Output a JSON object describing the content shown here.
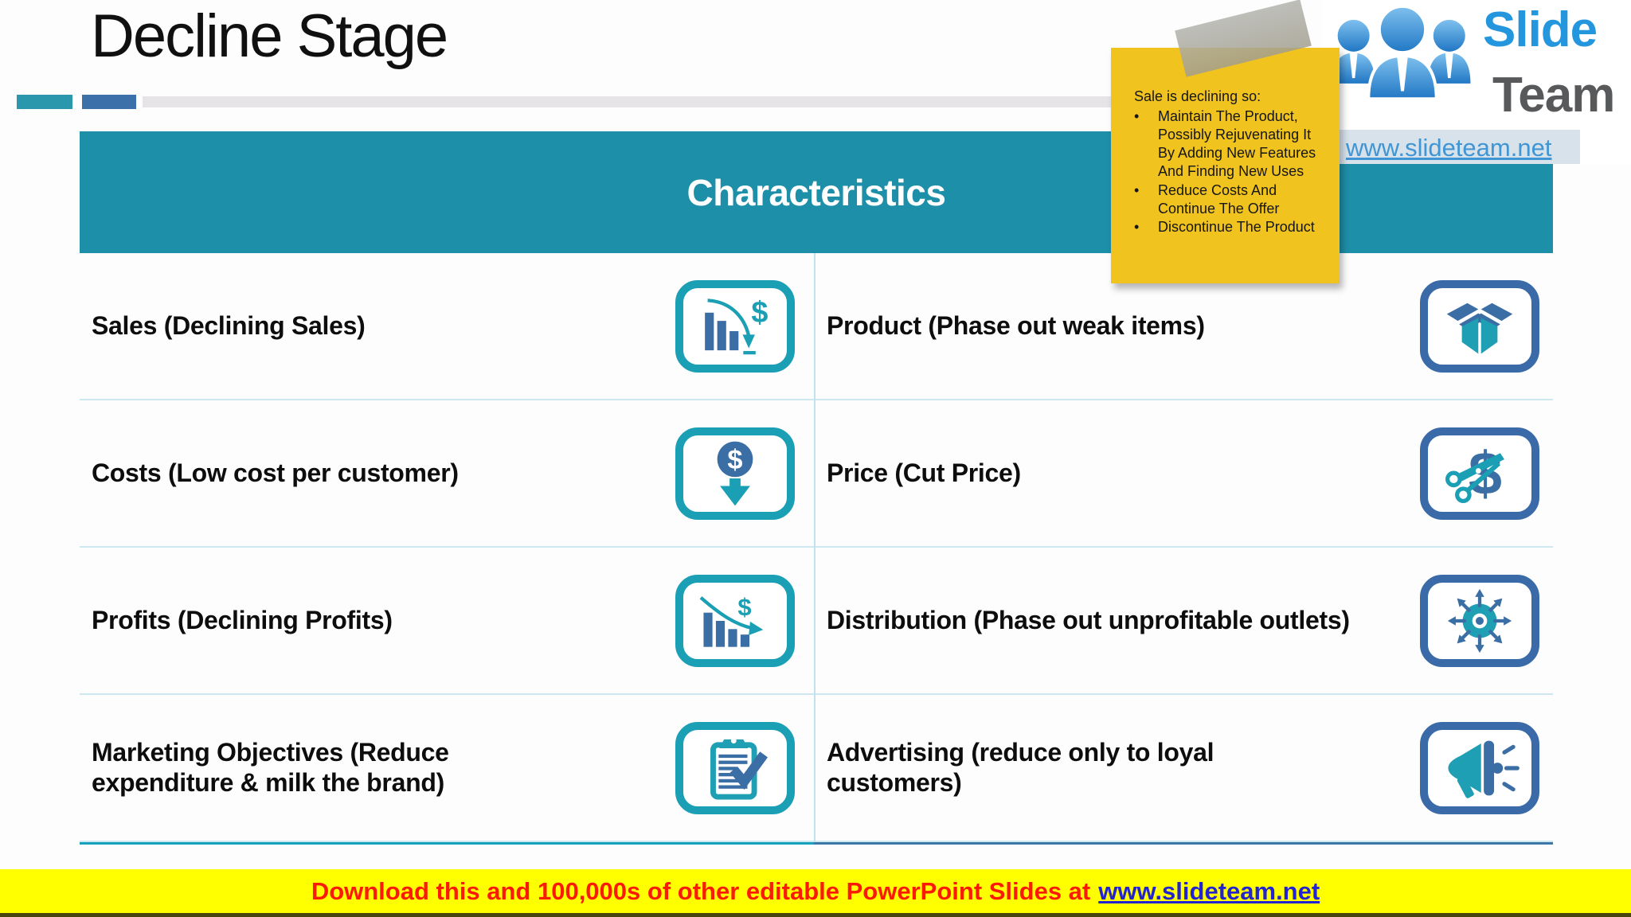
{
  "slide": {
    "title": "Decline Stage",
    "header": "Characteristics",
    "rows": [
      {
        "left_label": "Sales (Declining Sales)",
        "left_icon": "declining-sales-chart-icon",
        "right_label": "Product (Phase out weak items)",
        "right_icon": "open-box-icon"
      },
      {
        "left_label": "Costs (Low cost per customer)",
        "left_icon": "dollar-down-icon",
        "right_label": "Price (Cut Price)",
        "right_icon": "price-cut-scissors-icon"
      },
      {
        "left_label": "Profits (Declining Profits)",
        "left_icon": "declining-profits-chart-icon",
        "right_label": "Distribution (Phase out unprofitable outlets)",
        "right_icon": "distribution-network-icon"
      },
      {
        "left_label": "Marketing Objectives (Reduce expenditure & milk the brand)",
        "left_icon": "clipboard-check-icon",
        "right_label": "Advertising (reduce only to loyal customers)",
        "right_icon": "megaphone-icon"
      }
    ],
    "sticky_note": {
      "heading": "Sale is declining so:",
      "bullet_char": "•",
      "bullets": [
        "Maintain The Product, Possibly Rejuvenating It By Adding New Features And Finding New Uses",
        "Reduce Costs And Continue The Offer",
        "Discontinue The Product"
      ],
      "overflow_word": "It"
    },
    "logo": {
      "brand_top": "Slide",
      "brand_bottom": "Team",
      "website": "www.slideteam.net"
    },
    "footer": {
      "message": "Download this and 100,000s of other editable PowerPoint Slides at",
      "link": "www.slideteam.net"
    }
  },
  "colors": {
    "header_teal": "#1e8fa8",
    "icon_teal": "#1b9fb5",
    "icon_blue": "#3b6ea5",
    "note_yellow": "#f1c31f",
    "footer_yellow": "#ffff00",
    "footer_red": "#fb1a06",
    "footer_link_blue": "#2323cf",
    "logo_blue": "#2496de",
    "logo_gray": "#58595b"
  }
}
